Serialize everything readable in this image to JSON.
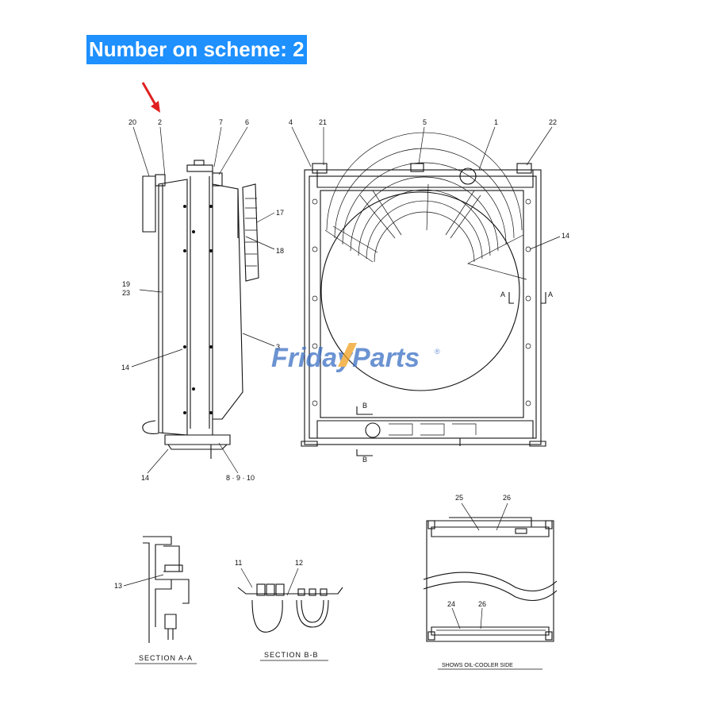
{
  "banner": {
    "text": "Number on scheme: 2"
  },
  "watermark": {
    "part1": "Friday",
    "part2": "Parts",
    "mark": "®"
  },
  "callouts": {
    "c20": "20",
    "c2": "2",
    "c7": "7",
    "c6": "6",
    "c4": "4",
    "c21": "21",
    "c5": "5",
    "c1": "1",
    "c22": "22",
    "c17": "17",
    "c18": "18",
    "c14a": "14",
    "c19": "19",
    "c23": "23",
    "c3": "3",
    "c14b": "14",
    "c14c": "14",
    "c8910": "8 · 9 · 10",
    "c25": "25",
    "c26a": "26",
    "c24": "24",
    "c26b": "26",
    "c13": "13",
    "c11": "11",
    "c12": "12",
    "secA1": "A",
    "secA2": "A",
    "secB1": "B",
    "secB2": "B"
  },
  "sections": {
    "aa": "SECTION A-A",
    "bb": "SECTION B-B",
    "oil": "SHOWS OIL-COOLER SIDE"
  },
  "colors": {
    "banner_bg": "#1e90ff",
    "arrow": "#e02020",
    "watermark_blue": "#3a6fc4",
    "watermark_orange": "#f0a020"
  }
}
